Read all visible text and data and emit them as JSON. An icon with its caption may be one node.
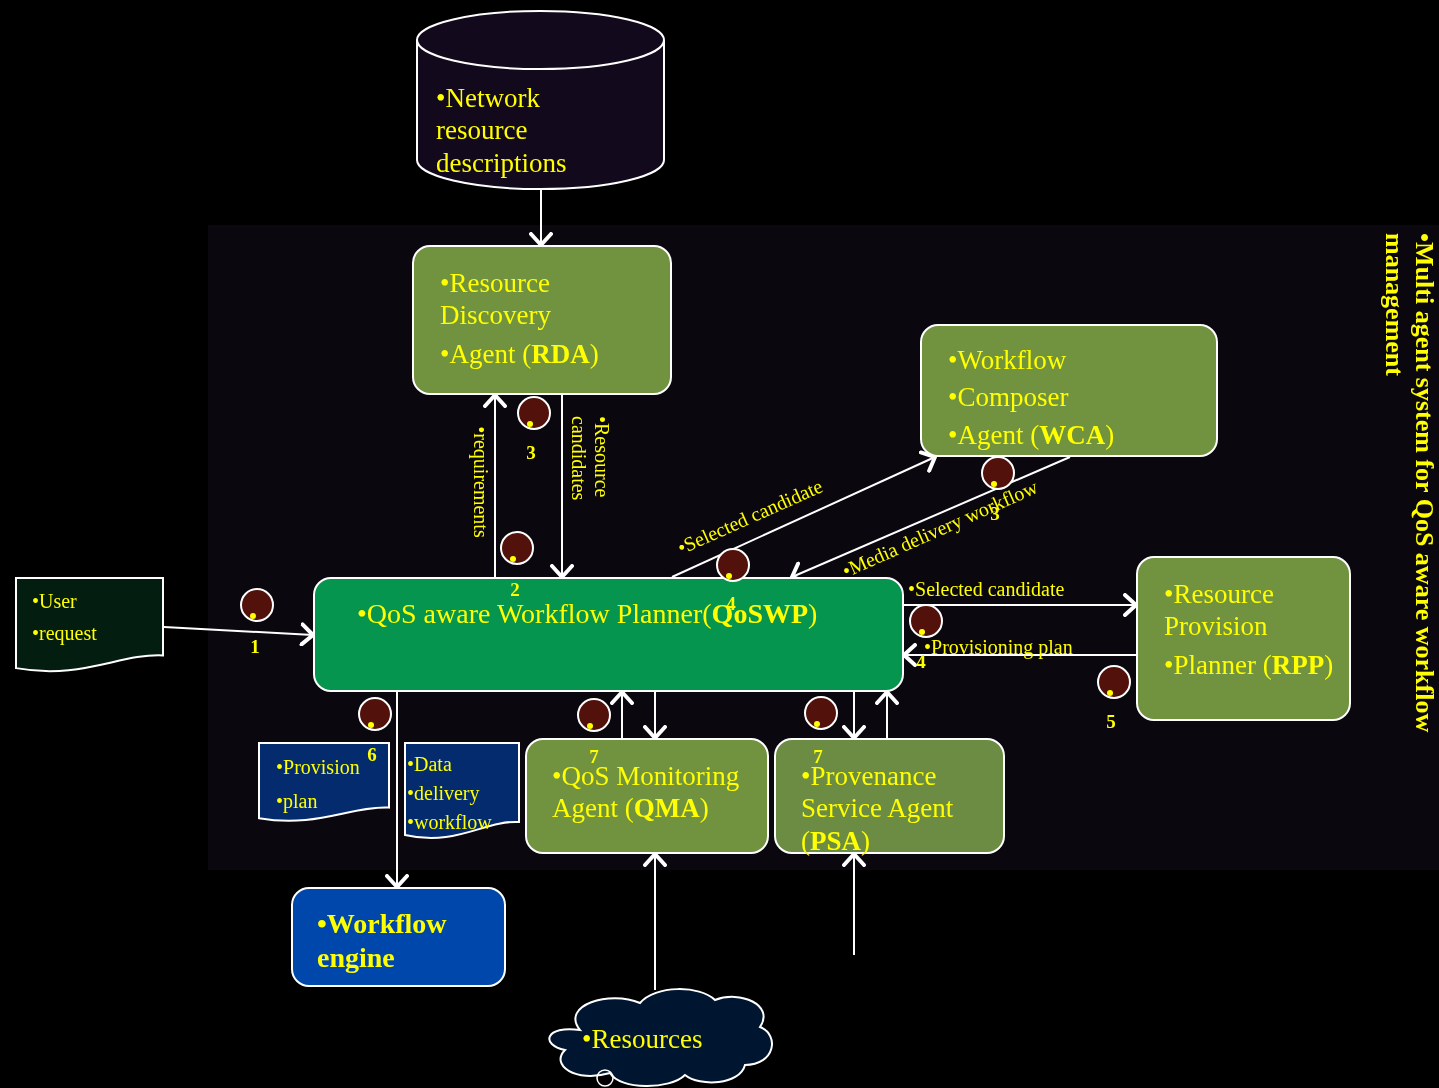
{
  "diagram": {
    "nodes": [
      {
        "text": [
          "•Network resource descriptions"
        ]
      },
      {
        "text": [
          "•Multi agent system for QoS aware workflow management"
        ]
      },
      {
        "text": [
          "•Resource Discovery",
          "•Agent (**RDA**)"
        ],
        "in": 1
      },
      {
        "text": [
          "•Workflow",
          "•Composer",
          "•Agent  (**WCA**)"
        ],
        "in": 1
      },
      {
        "text": [
          "•User",
          "•request"
        ]
      },
      {
        "text": [
          "•QoS aware Workflow Planner(**QoSWP**)"
        ],
        "in": 1
      },
      {
        "text": [
          "•Resource Provision",
          "•Planner (**RPP**)"
        ],
        "in": 1
      },
      {
        "text": [
          "•Provision",
          "•plan"
        ],
        "in": 1
      },
      {
        "text": [
          "•Data",
          "•delivery",
          "•workflow"
        ],
        "in": 1
      },
      {
        "text": [
          "•QoS Monitoring Agent (**QMA**)"
        ],
        "in": 1
      },
      {
        "text": [
          "•Provenance Service Agent (**PSA**)"
        ],
        "in": 1
      },
      {
        "text": [
          "•Workflow engine"
        ]
      },
      {
        "text": [
          "•Resources"
        ]
      }
    ],
    "edges": [
      {
        "from": 0,
        "to": 2,
        "arrow": "to"
      },
      {
        "from": 5,
        "to": 2,
        "arrow": "to",
        "label": "•requirements"
      },
      {
        "from": 2,
        "to": 5,
        "arrow": "to",
        "label": "•Resource candidates"
      },
      {
        "from": 5,
        "to": 3,
        "arrow": "to",
        "label": "•Selected candidate"
      },
      {
        "from": 3,
        "to": 5,
        "arrow": "to",
        "label": "•Media delivery workflow"
      },
      {
        "from": 4,
        "to": 5,
        "arrow": "to"
      },
      {
        "from": 5,
        "to": 6,
        "arrow": "to",
        "label": "•Selected candidate"
      },
      {
        "from": 6,
        "to": 5,
        "arrow": "to",
        "label": "•Provisioning plan"
      },
      {
        "from": 5,
        "to": 11,
        "arrow": "to"
      },
      {
        "from": 9,
        "to": 5,
        "arrow": "to"
      },
      {
        "from": 5,
        "to": 9,
        "arrow": "to"
      },
      {
        "from": 5,
        "to": 10,
        "arrow": "to"
      },
      {
        "from": 10,
        "to": 5,
        "arrow": "to"
      },
      {
        "from": 12,
        "to": 9,
        "arrow": "to"
      },
      {
        "from": null,
        "to": 10,
        "arrow": "to"
      }
    ],
    "labels": [
      "1",
      "3",
      "2",
      "4",
      "3",
      "4",
      "5",
      "6",
      "7",
      "7"
    ]
  }
}
